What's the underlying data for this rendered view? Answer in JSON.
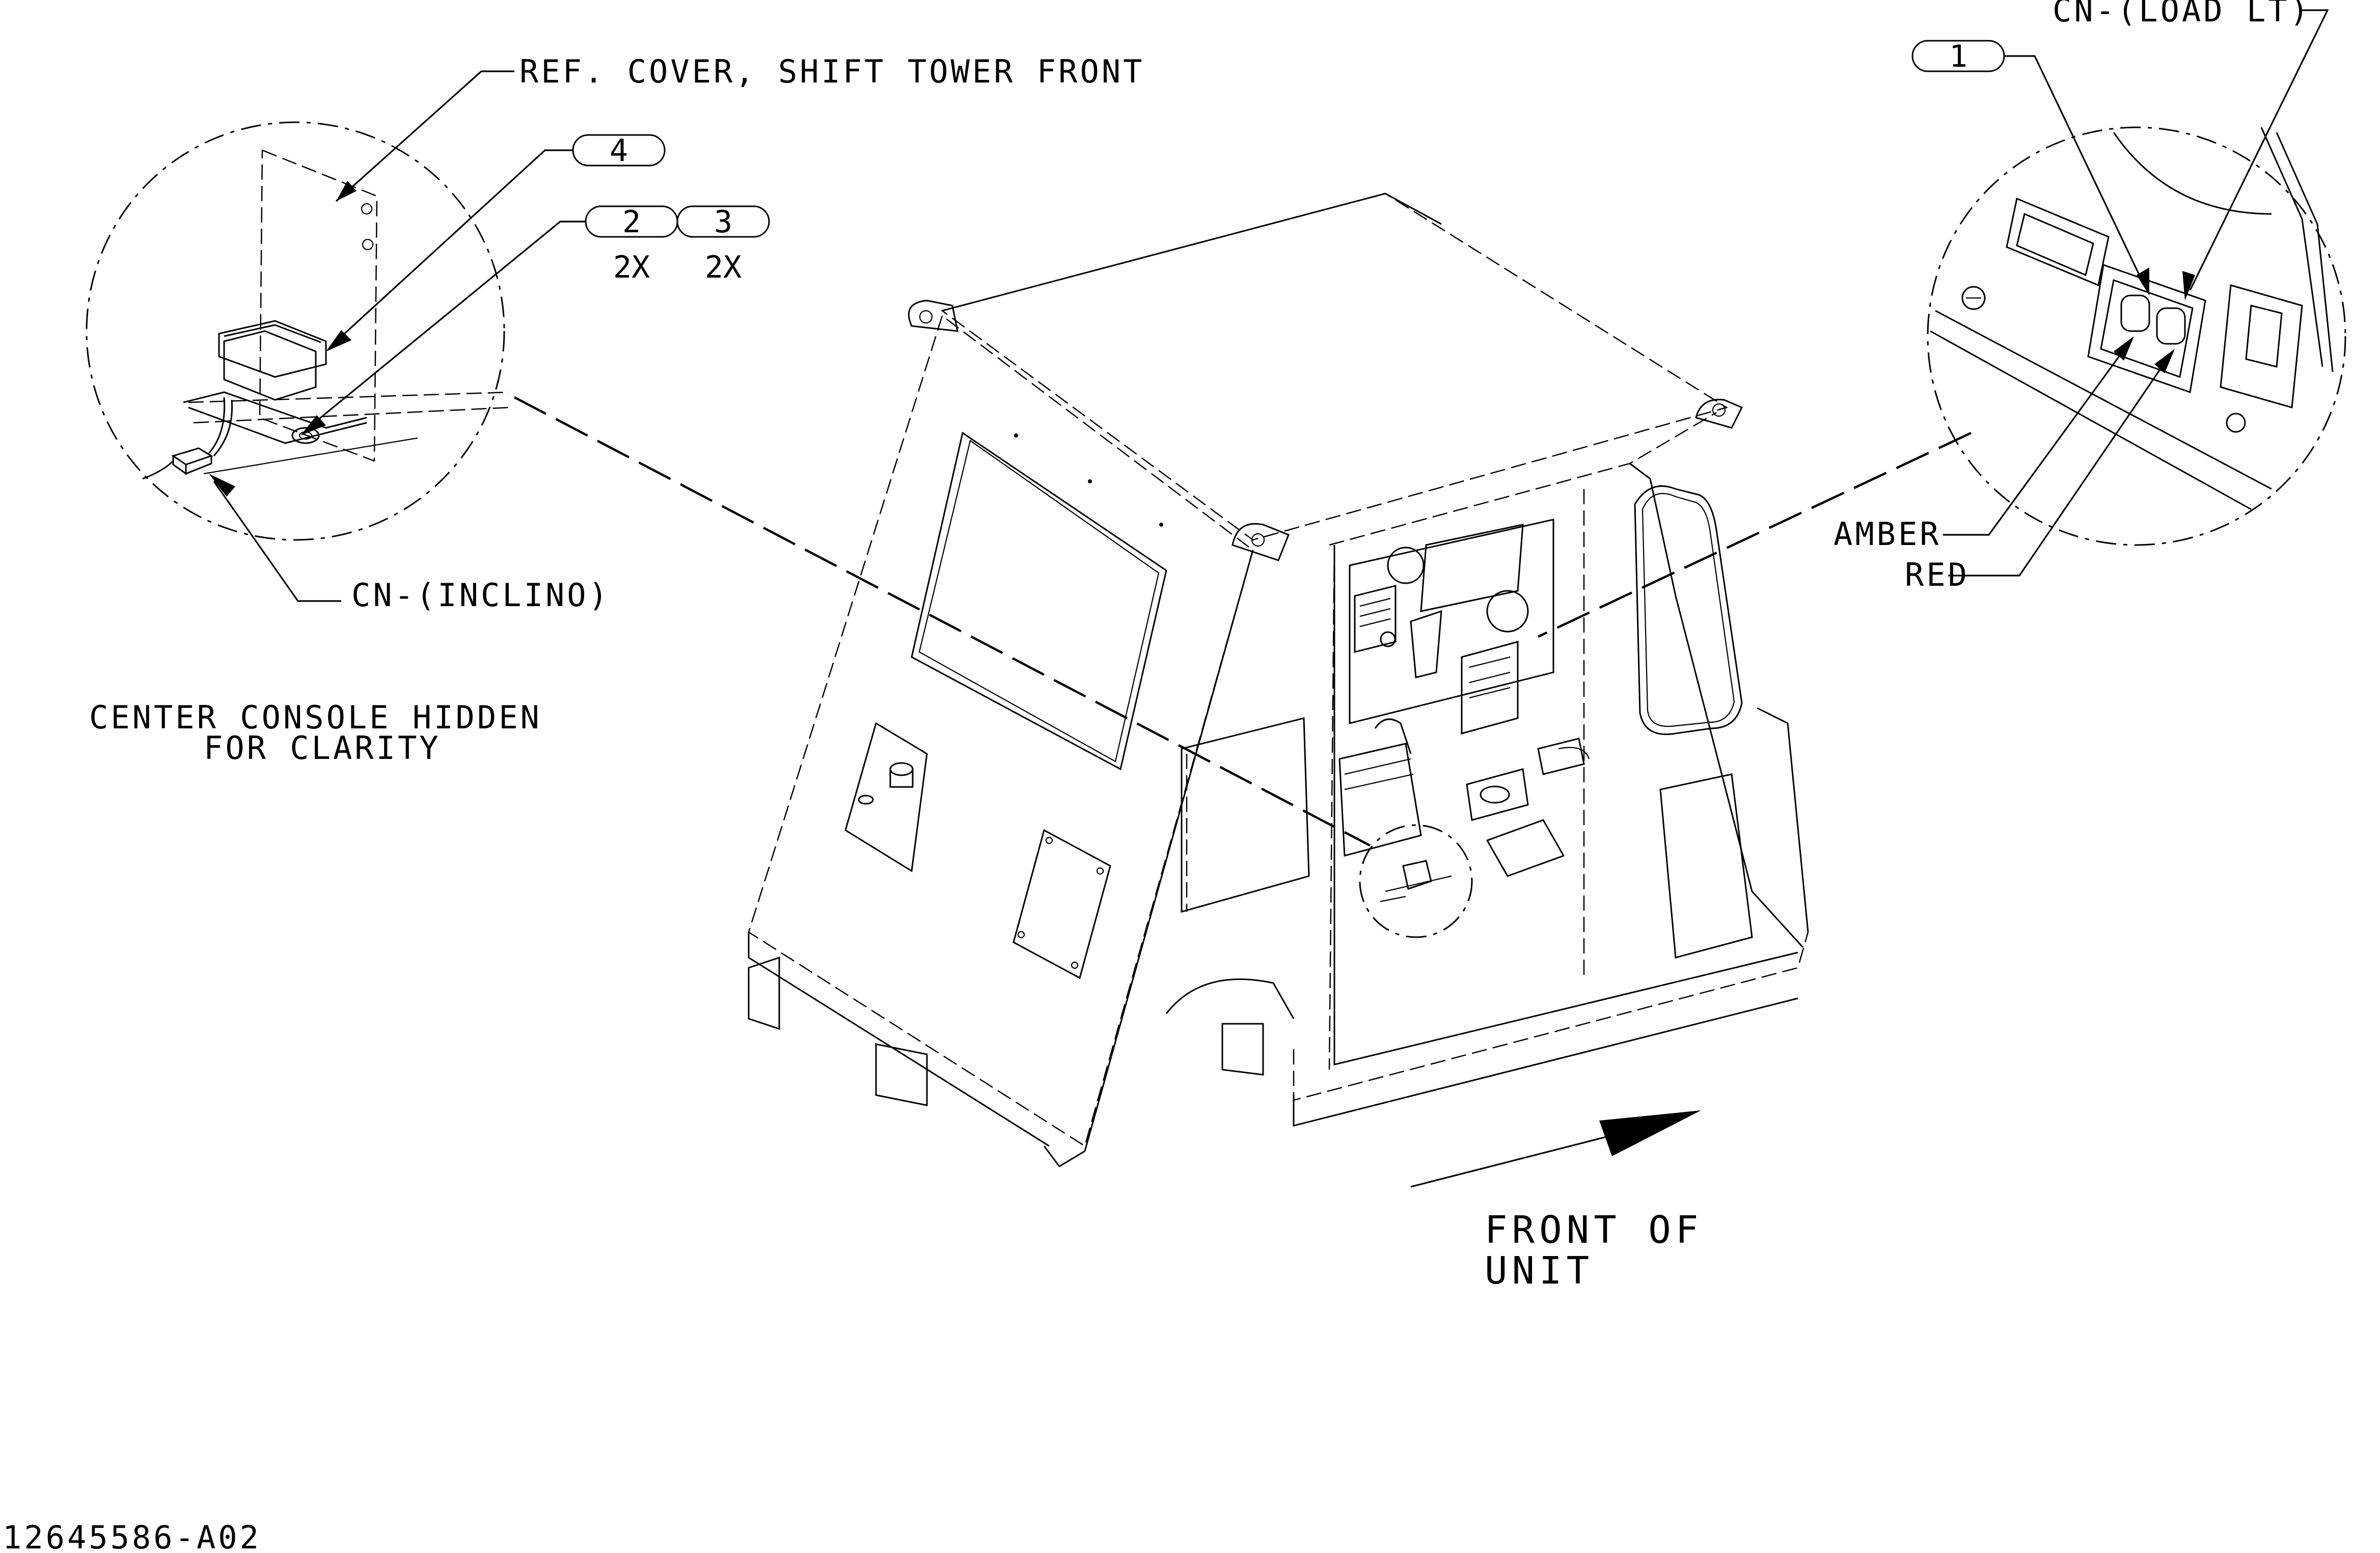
{
  "drawing": {
    "number": "12645586-A02",
    "notes": {
      "center_console_line1": "CENTER CONSOLE HIDDEN",
      "center_console_line2": "FOR CLARITY",
      "front_line1": "FRONT OF",
      "front_line2": "UNIT"
    },
    "left_detail": {
      "ref_cover": "REF. COVER, SHIFT TOWER FRONT",
      "connector": "CN-(INCLINO)",
      "balloons": [
        {
          "item": "4",
          "qty": ""
        },
        {
          "item": "2",
          "qty": "2X"
        },
        {
          "item": "3",
          "qty": "2X"
        }
      ]
    },
    "right_detail": {
      "connector": "CN-(LOAD LT)",
      "balloon": {
        "item": "1"
      },
      "amber": "AMBER",
      "red": "RED"
    }
  }
}
